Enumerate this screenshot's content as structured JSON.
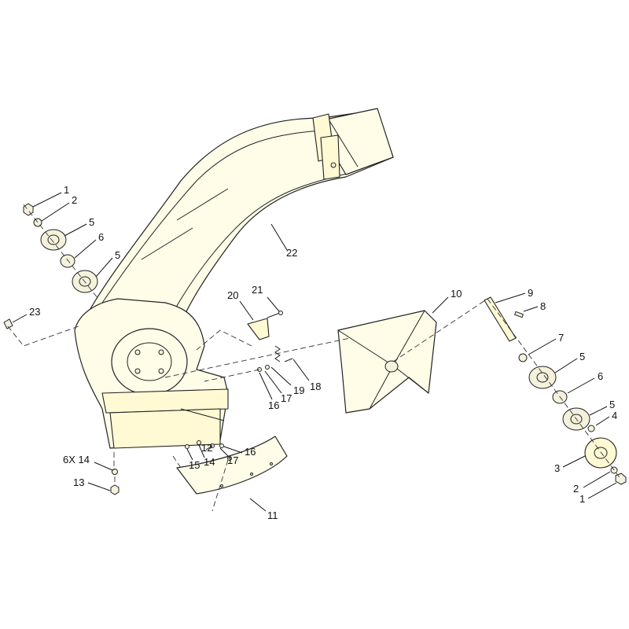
{
  "callouts": [
    {
      "id": "c1a",
      "text": "1"
    },
    {
      "id": "c2a",
      "text": "2"
    },
    {
      "id": "c5a",
      "text": "5"
    },
    {
      "id": "c6a",
      "text": "6"
    },
    {
      "id": "c5b",
      "text": "5"
    },
    {
      "id": "c23",
      "text": "23"
    },
    {
      "id": "c22",
      "text": "22"
    },
    {
      "id": "c21",
      "text": "21"
    },
    {
      "id": "c20",
      "text": "20"
    },
    {
      "id": "c10",
      "text": "10"
    },
    {
      "id": "c9",
      "text": "9"
    },
    {
      "id": "c8",
      "text": "8"
    },
    {
      "id": "c7",
      "text": "7"
    },
    {
      "id": "c5c",
      "text": "5"
    },
    {
      "id": "c6b",
      "text": "6"
    },
    {
      "id": "c5d",
      "text": "5"
    },
    {
      "id": "c4",
      "text": "4"
    },
    {
      "id": "c3",
      "text": "3"
    },
    {
      "id": "c2b",
      "text": "2"
    },
    {
      "id": "c1b",
      "text": "1"
    },
    {
      "id": "c18",
      "text": "18"
    },
    {
      "id": "c19",
      "text": "19"
    },
    {
      "id": "c17a",
      "text": "17"
    },
    {
      "id": "c16a",
      "text": "16"
    },
    {
      "id": "c12",
      "text": "12"
    },
    {
      "id": "c16b",
      "text": "16"
    },
    {
      "id": "c15",
      "text": "15"
    },
    {
      "id": "c14a",
      "text": "14"
    },
    {
      "id": "c17b",
      "text": "17"
    },
    {
      "id": "c6x14",
      "text": "6X 14"
    },
    {
      "id": "c13",
      "text": "13"
    },
    {
      "id": "c11",
      "text": "11"
    }
  ]
}
